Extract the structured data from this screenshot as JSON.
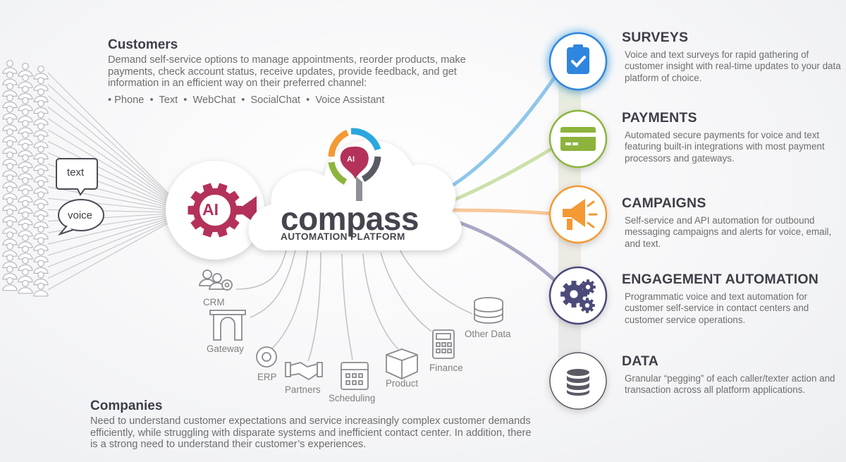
{
  "customers": {
    "title": "Customers",
    "description": "Demand self-service options to manage appointments, reorder products, make payments, check account status, receive updates, provide feedback, and get information in an efficient way on their preferred channel:",
    "channels": "• Phone  •  Text  •  WebChat  •  SocialChat  •  Voice Assistant"
  },
  "bubbles": {
    "text": "text",
    "voice": "voice"
  },
  "platform": {
    "ai_badge": "AI",
    "logo_ai": "AI",
    "brand": "compass",
    "subtitle": "AUTOMATION PLATFORM"
  },
  "systems": [
    {
      "label": "CRM"
    },
    {
      "label": "Gateway"
    },
    {
      "label": "ERP"
    },
    {
      "label": "Partners"
    },
    {
      "label": "Scheduling"
    },
    {
      "label": "Product"
    },
    {
      "label": "Finance"
    },
    {
      "label": "Other Data"
    }
  ],
  "companies": {
    "title": "Companies",
    "description": "Need to understand customer expectations and service increasingly complex customer demands efficiently, while struggling with disparate systems and inefficient contact center. In addition, there is a strong need to understand their customer’s experiences."
  },
  "services": [
    {
      "title": "SURVEYS",
      "description": "Voice and text surveys for rapid gathering of customer insight with real-time updates to your data platform of choice.",
      "icon": "clipboard-check-icon",
      "color": "#2e86de"
    },
    {
      "title": "PAYMENTS",
      "description": "Automated secure payments for voice and text featuring built-in integrations with most payment processors and gateways.",
      "icon": "credit-card-icon",
      "color": "#8cb43c"
    },
    {
      "title": "CAMPAIGNS",
      "description": "Self-service and API automation for outbound messaging campaigns and alerts for voice, email, and text.",
      "icon": "megaphone-icon",
      "color": "#f39a34"
    },
    {
      "title": "ENGAGEMENT AUTOMATION",
      "description": "Programmatic voice and text automation for customer self-service in contact centers and customer service operations.",
      "icon": "gears-icon",
      "color": "#4b4a7a"
    },
    {
      "title": "DATA",
      "description": "Granular “pegging” of each caller/texter action and transaction across all platform applications.",
      "icon": "database-icon",
      "color": "#5a5a64"
    }
  ],
  "colors": {
    "ai_red": "#b4325a",
    "surveys_blue": "#2e86de",
    "payments_green": "#8cb43c",
    "campaigns_orange": "#f39a34",
    "engagement_purple": "#4b4a7a",
    "data_gray": "#5a5a64",
    "logo_blue": "#2aa7df"
  }
}
